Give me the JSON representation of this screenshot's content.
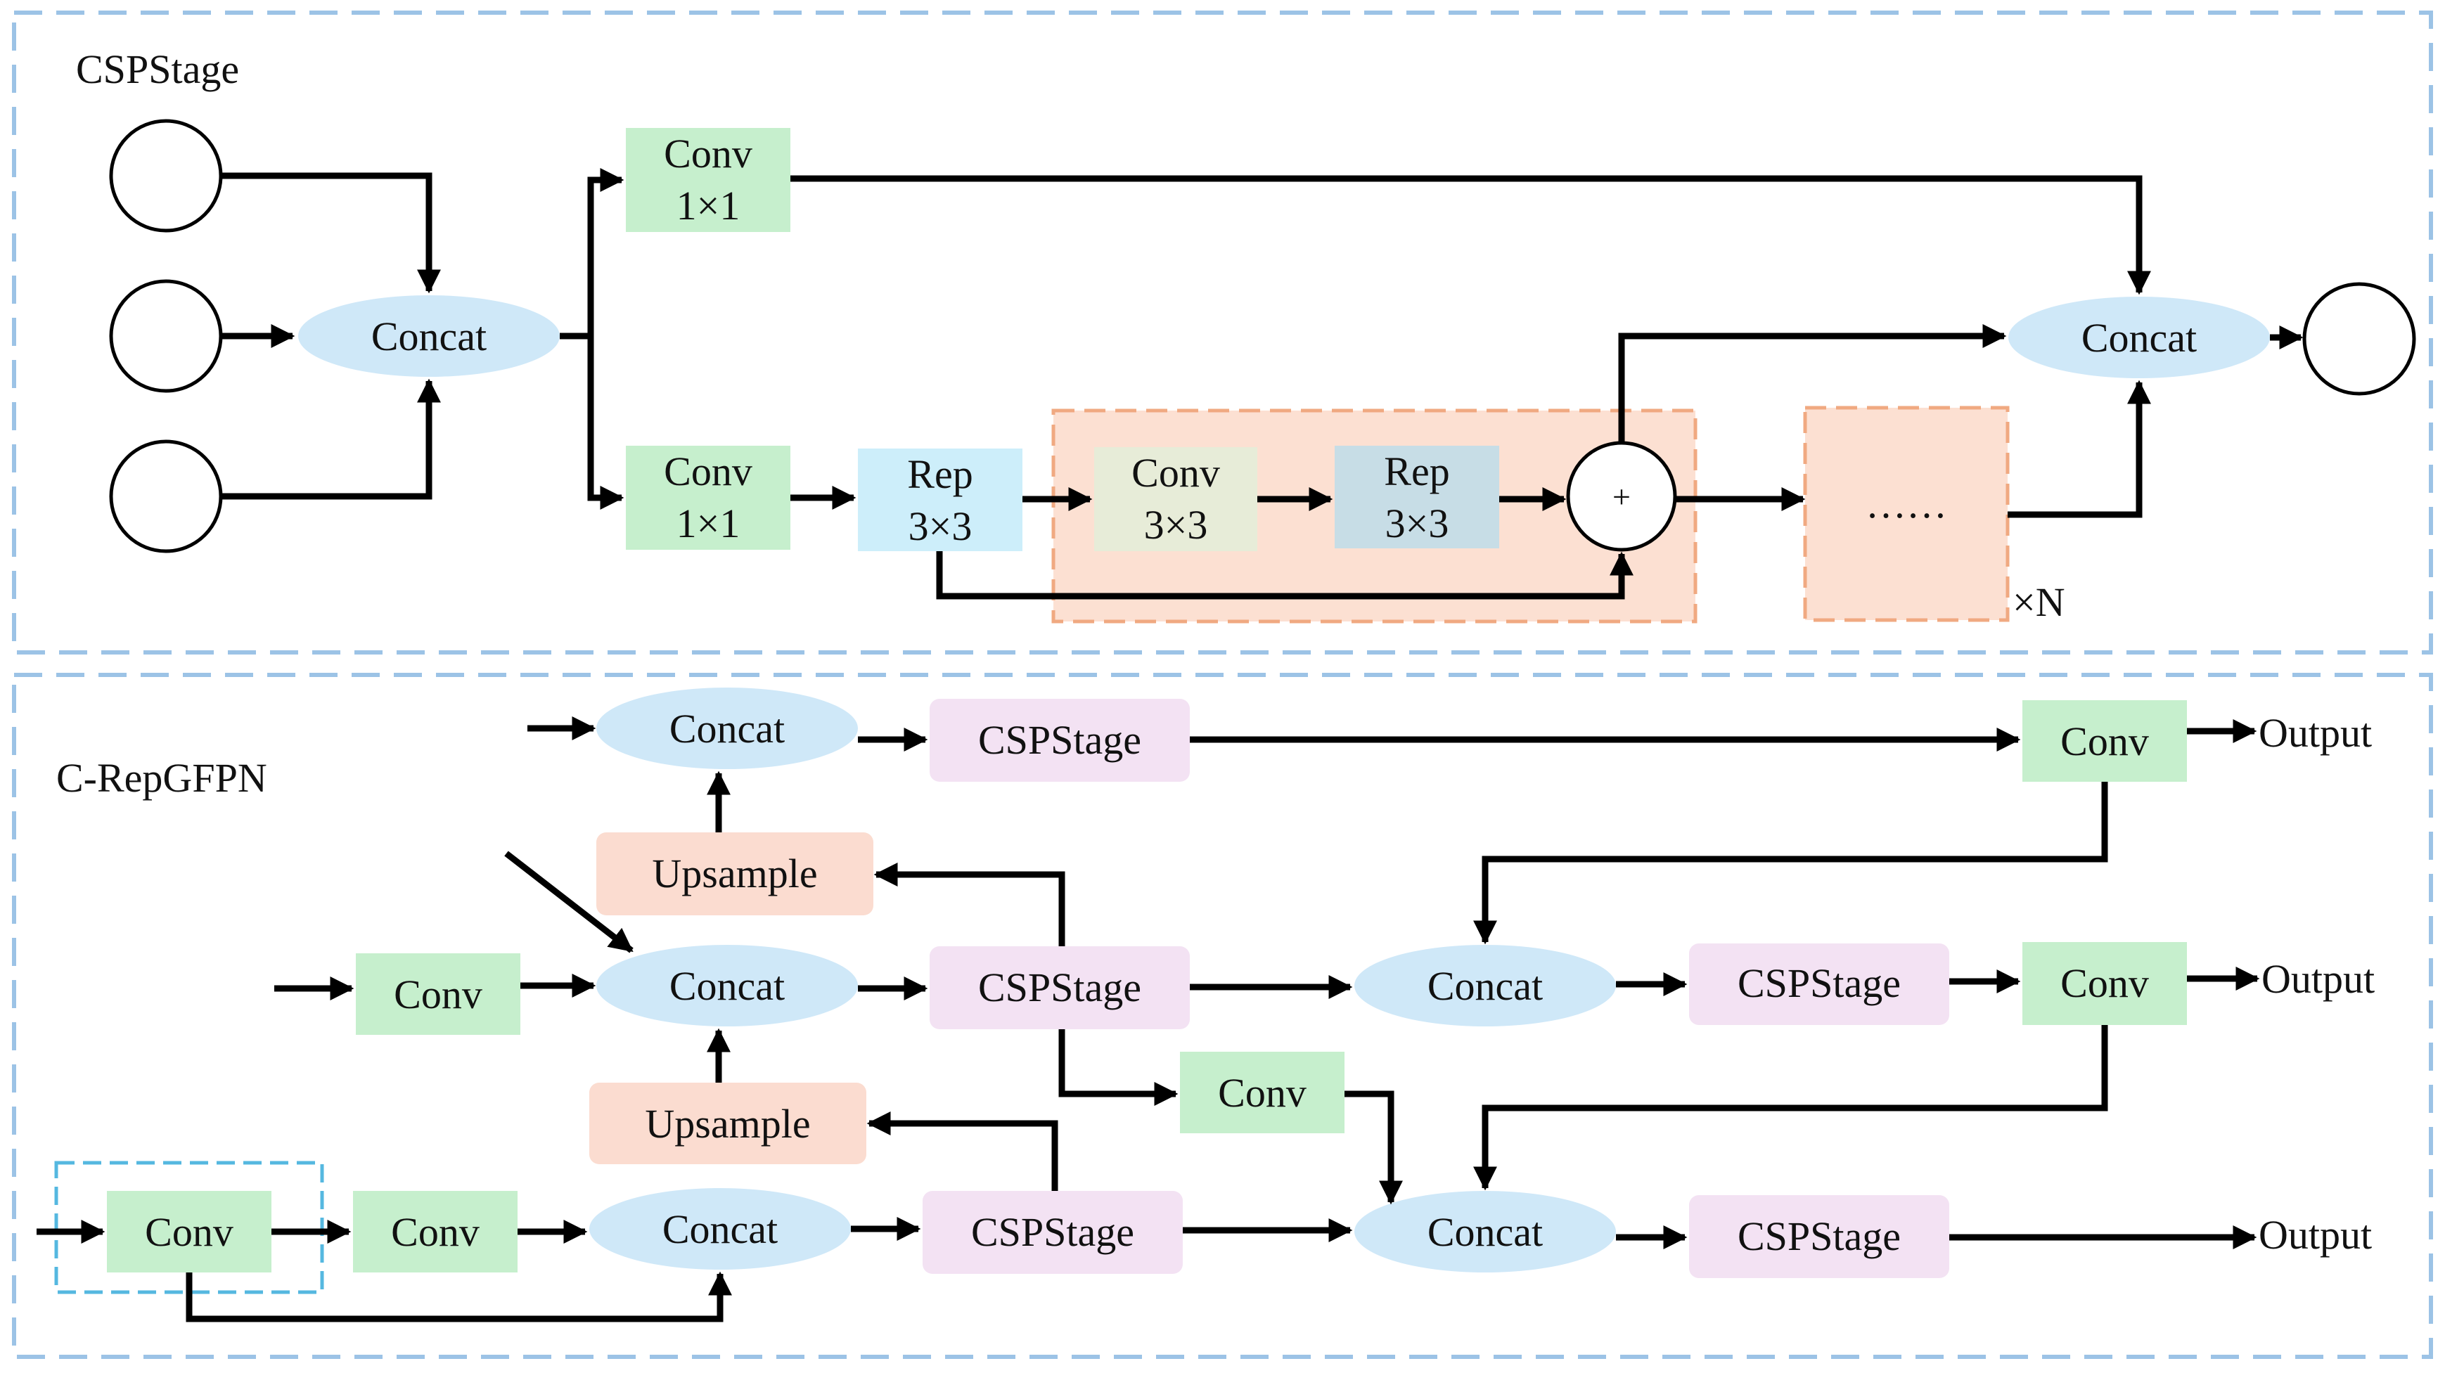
{
  "csp_stage": {
    "title": "CSPStage",
    "concat_in": "Concat",
    "concat_out": "Concat",
    "conv_top": {
      "line1": "Conv",
      "line2": "1×1"
    },
    "conv_bottom": {
      "line1": "Conv",
      "line2": "1×1"
    },
    "rep_a": {
      "line1": "Rep",
      "line2": "3×3"
    },
    "conv_3x3": {
      "line1": "Conv",
      "line2": "3×3"
    },
    "rep_b": {
      "line1": "Rep",
      "line2": "3×3"
    },
    "add_symbol": "+",
    "ellipsis": "……",
    "repeat_label": "×N"
  },
  "c_repgfpn": {
    "title": "C-RepGFPN",
    "concat": "Concat",
    "cspstage": "CSPStage",
    "conv": "Conv",
    "upsample": "Upsample",
    "output": "Output"
  },
  "colors": {
    "panel_border": "#9cc3e6",
    "concat_fill": "#cfe8f8",
    "conv_fill": "#c6efcd",
    "rep_fill": "#cdeefa",
    "conv3_fill": "#e7ecd8",
    "rep3_fill": "#c7dde6",
    "csp_fill": "#f3e2f3",
    "upsample_fill": "#fbdcd0",
    "repeat_region_fill": "#fce0d2",
    "repeat_region_border": "#f0a981",
    "selection_box": "#55b8e0"
  }
}
